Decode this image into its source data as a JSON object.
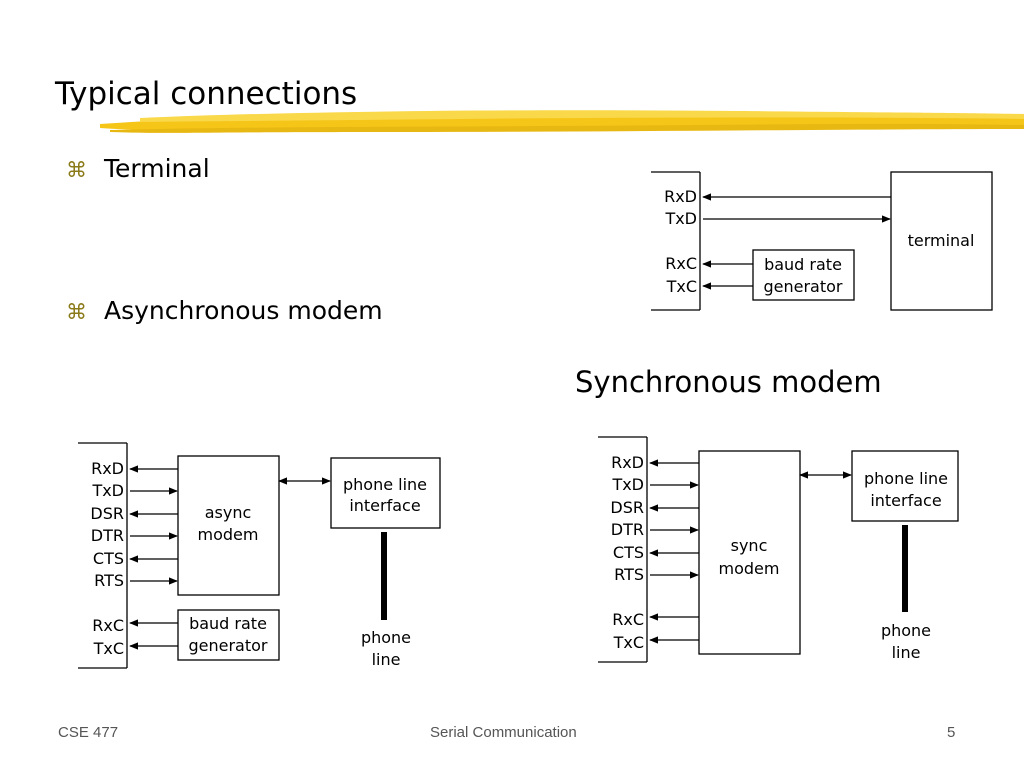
{
  "slide": {
    "title": "Typical connections",
    "bullets": [
      "Terminal",
      "Asynchronous modem"
    ],
    "bullet_glyph": "⌘",
    "sync_heading": "Synchronous modem"
  },
  "terminal_diagram": {
    "signals": [
      "RxD",
      "TxD",
      "RxC",
      "TxC"
    ],
    "terminal_label": "terminal",
    "baud_label": [
      "baud rate",
      "generator"
    ]
  },
  "async_diagram": {
    "signals": [
      "RxD",
      "TxD",
      "DSR",
      "DTR",
      "CTS",
      "RTS",
      "RxC",
      "TxC"
    ],
    "modem_label": [
      "async",
      "modem"
    ],
    "phone_interface_label": [
      "phone line",
      "interface"
    ],
    "baud_label": [
      "baud rate",
      "generator"
    ],
    "phone_line_label": [
      "phone",
      "line"
    ]
  },
  "sync_diagram": {
    "signals": [
      "RxD",
      "TxD",
      "DSR",
      "DTR",
      "CTS",
      "RTS",
      "RxC",
      "TxC"
    ],
    "modem_label": [
      "sync",
      "modem"
    ],
    "phone_interface_label": [
      "phone line",
      "interface"
    ],
    "phone_line_label": [
      "phone",
      "line"
    ]
  },
  "footer": {
    "course": "CSE 477",
    "topic": "Serial Communication",
    "page": "5"
  },
  "colors": {
    "highlight": "#f5c518"
  }
}
